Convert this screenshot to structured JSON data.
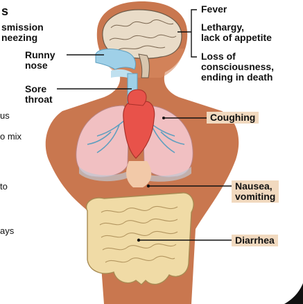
{
  "left_column": {
    "heading_fragment": "s",
    "transmission_line1": "smission",
    "transmission_line2": "neezing",
    "cut_fragments": [
      "us",
      "o mix",
      "to",
      "ays"
    ]
  },
  "labels": {
    "fever": "Fever",
    "lethargy_line1": "Lethargy,",
    "lethargy_line2": "lack of appetite",
    "loss_line1": "Loss of",
    "loss_line2": "consciousness,",
    "loss_line3": "ending in death",
    "runny_line1": "Runny",
    "runny_line2": "nose",
    "sore_line1": "Sore",
    "sore_line2": "throat",
    "coughing": "Coughing",
    "nausea_line1": "Nausea,",
    "nausea_line2": "vomiting",
    "diarrhea": "Diarrhea"
  },
  "colors": {
    "skin": "#c9774f",
    "skin_light": "#e3a57e",
    "lung": "#f1c0c2",
    "heart": "#e8524a",
    "airway": "#9fd0e8",
    "intestine": "#f0dba6",
    "brain": "#e9dcc8",
    "label_box": "#f1d9bf"
  }
}
